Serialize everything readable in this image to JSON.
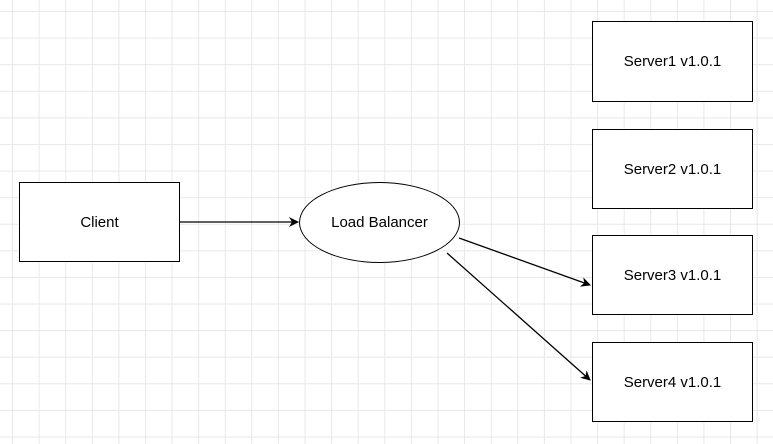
{
  "nodes": {
    "client": {
      "label": "Client"
    },
    "load_balancer": {
      "label": "Load Balancer"
    },
    "servers": [
      {
        "label": "Server1 v1.0.1"
      },
      {
        "label": "Server2 v1.0.1"
      },
      {
        "label": "Server3 v1.0.1"
      },
      {
        "label": "Server4 v1.0.1"
      }
    ]
  },
  "edges": [
    {
      "from": "Client",
      "to": "Load Balancer"
    },
    {
      "from": "Load Balancer",
      "to": "Server3 v1.0.1"
    },
    {
      "from": "Load Balancer",
      "to": "Server4 v1.0.1"
    }
  ],
  "colors": {
    "stroke": "#000000",
    "grid": "#e8e8e8",
    "background": "#ffffff"
  }
}
